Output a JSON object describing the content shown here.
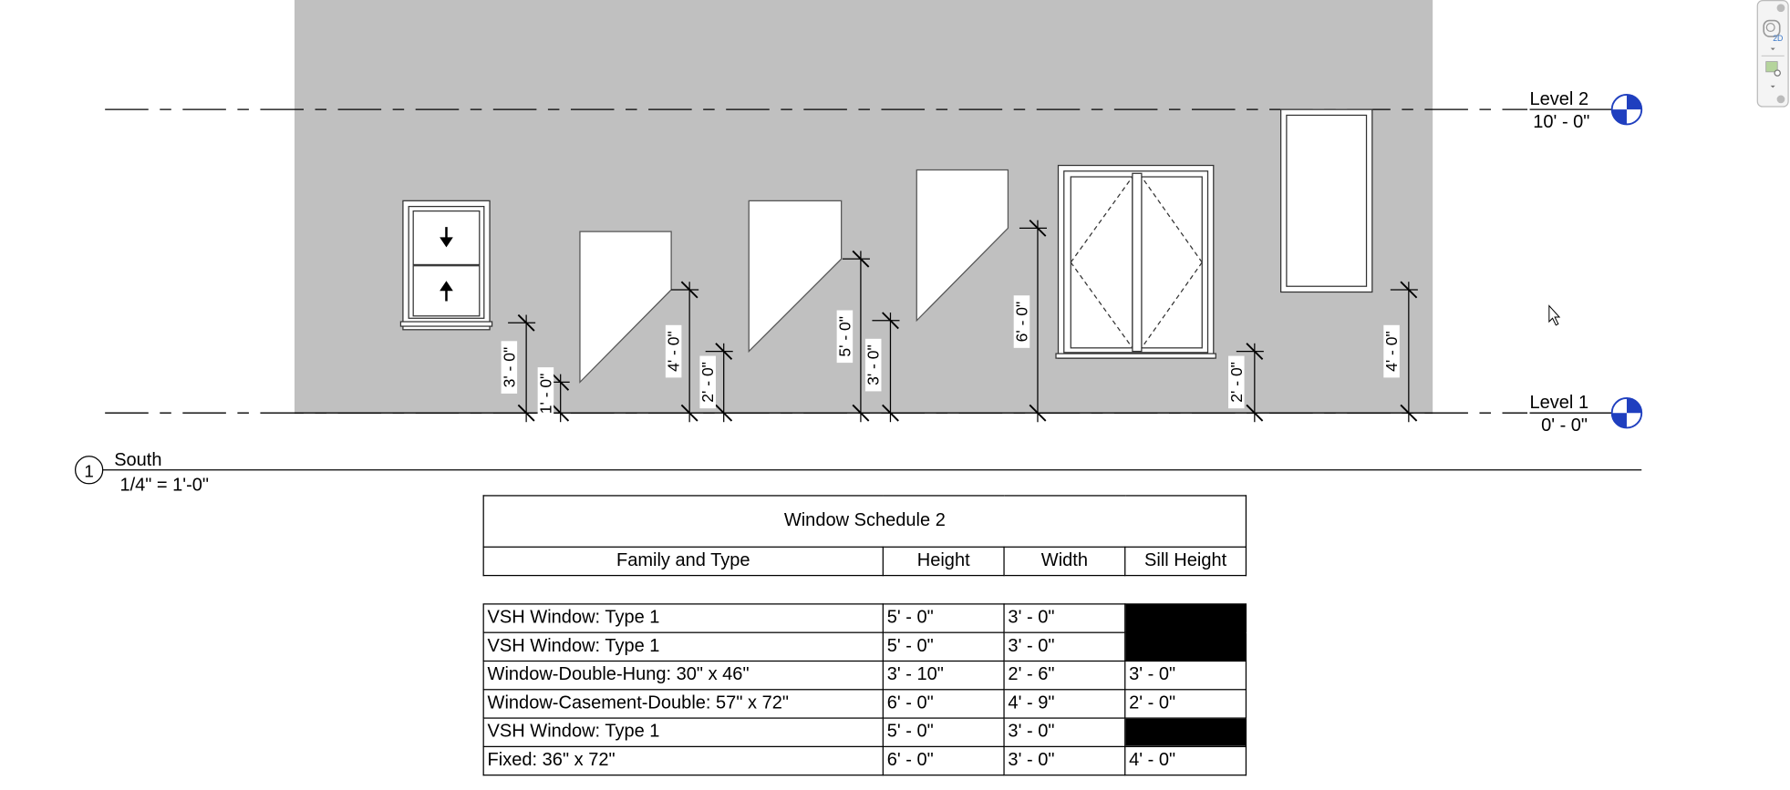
{
  "view": {
    "levels": [
      {
        "name": "Level 2",
        "elevation": "10' - 0\""
      },
      {
        "name": "Level 1",
        "elevation": "0' - 0\""
      }
    ],
    "dimensions": [
      "3' - 0\"",
      "1' - 0\"",
      "4' - 0\"",
      "2' - 0\"",
      "5' - 0\"",
      "3' - 0\"",
      "6' - 0\"",
      "2' - 0\"",
      "4' - 0\""
    ],
    "view_title": {
      "number": "1",
      "name": "South",
      "scale": "1/4\" = 1'-0\""
    },
    "colors": {
      "wall": "#c0c0c0",
      "level_head": "#1f3fbf"
    }
  },
  "nav_bar": {
    "badge": "2D",
    "icons": [
      "close-icon",
      "steering-wheel-icon",
      "zoom-region-icon",
      "minimize-icon"
    ]
  },
  "schedule": {
    "title": "Window Schedule 2",
    "columns": [
      "Family and Type",
      "Height",
      "Width",
      "Sill Height"
    ],
    "rows": [
      [
        "VSH Window: Type 1",
        "5' - 0\"",
        "3' - 0\"",
        ""
      ],
      [
        "VSH Window: Type 1",
        "5' - 0\"",
        "3' - 0\"",
        ""
      ],
      [
        "Window-Double-Hung: 30\" x 46\"",
        "3' - 10\"",
        "2' - 6\"",
        "3' - 0\""
      ],
      [
        "Window-Casement-Double: 57\" x 72\"",
        "6' - 0\"",
        "4' - 9\"",
        "2' - 0\""
      ],
      [
        "VSH Window: Type 1",
        "5' - 0\"",
        "3' - 0\"",
        ""
      ],
      [
        "Fixed: 36\" x 72\"",
        "6' - 0\"",
        "3' - 0\"",
        "4' - 0\""
      ]
    ]
  }
}
